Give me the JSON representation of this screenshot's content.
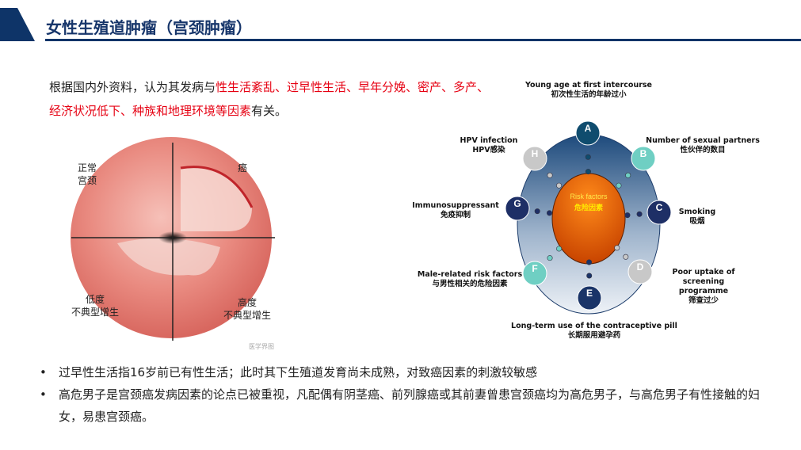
{
  "header": {
    "title": "女性生殖道肿瘤（宫颈肿瘤）"
  },
  "intro": {
    "prefix": "根据国内外资料，认为其发病与",
    "red": "性生活紊乱、过早性生活、早年分娩、密产、多产、经济状况低下、种族和地理环境等因素",
    "suffix": "有关。"
  },
  "cervix_figure": {
    "labels": {
      "normal": "正常\n宫颈",
      "cancer": "癌",
      "low": "低度\n不典型增生",
      "high": "高度\n不典型增生"
    },
    "watermark": "医学界图"
  },
  "risk_diagram": {
    "center": {
      "en": "Risk factors",
      "zh": "危险因素"
    },
    "nodes": [
      {
        "letter": "A",
        "en": "Young age at first intercourse",
        "zh": "初次性生活的年龄过小",
        "color": "#0f4c6e"
      },
      {
        "letter": "B",
        "en": "Number of sexual partners",
        "zh": "性伙伴的数目",
        "color": "#6fcfc3"
      },
      {
        "letter": "C",
        "en": "Smoking",
        "zh": "吸烟",
        "color": "#1e2f66"
      },
      {
        "letter": "D",
        "en": "Poor uptake of screening programme",
        "zh": "筛查过少",
        "color": "#c8c8c8"
      },
      {
        "letter": "E",
        "en": "Long-term use of the contraceptive pill",
        "zh": "长期服用避孕药",
        "color": "#1a3468"
      },
      {
        "letter": "F",
        "en": "Male-related risk factors",
        "zh": "与男性相关的危险因素",
        "color": "#6fcfc3"
      },
      {
        "letter": "G",
        "en": "Immunosuppressant",
        "zh": "免疫抑制",
        "color": "#1e2f66"
      },
      {
        "letter": "H",
        "en": "HPV infection",
        "zh": "HPV感染",
        "color": "#c8c8c8"
      }
    ]
  },
  "bullets": [
    "过早性生活指16岁前已有性生活；此时其下生殖道发育尚未成熟，对致癌因素的刺激较敏感",
    "高危男子是宫颈癌发病因素的论点已被重视，凡配偶有阴茎癌、前列腺癌或其前妻曾患宫颈癌均为高危男子，与高危男子有性接触的妇女，易患宫颈癌。"
  ],
  "bullet_symbol": "•"
}
